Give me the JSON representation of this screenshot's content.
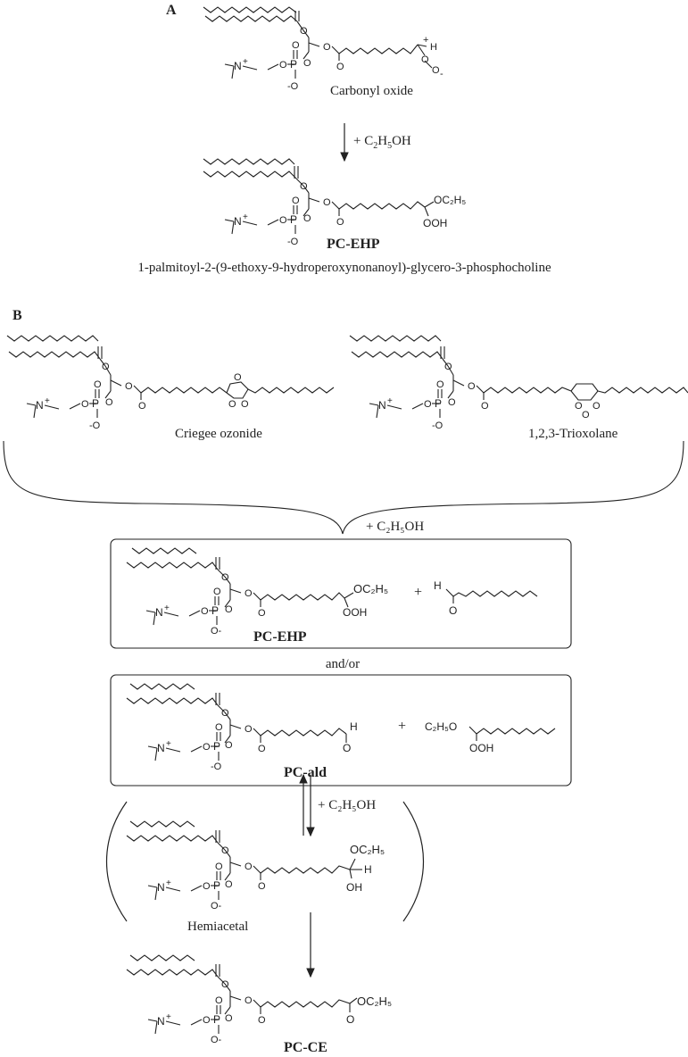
{
  "panel_a": {
    "label": "A",
    "carbonyl_oxide_label": "Carbonyl oxide",
    "reagent": "+ C",
    "reagent_sub1": "2",
    "reagent_mid": "H",
    "reagent_sub2": "5",
    "reagent_end": "OH",
    "product_label": "PC-EHP",
    "product_fullname": "1-palmitoyl-2-(9-ethoxy-9-hydroperoxynonanoyl)-glycero-3-phosphocholine"
  },
  "panel_b": {
    "label": "B",
    "criegee_label": "Criegee ozonide",
    "trioxolane_label": "1,2,3-Trioxolane",
    "reagent_1": "+ C₂H₅OH",
    "box1_product_label": "PC-EHP",
    "and_or": "and/or",
    "box2_product_label": "PC-ald",
    "reagent_2": "+ C₂H₅OH",
    "hemiacetal_label": "Hemiacetal",
    "final_label": "PC-CE"
  },
  "atoms": {
    "n_plus": "N",
    "plus": "+",
    "p": "P",
    "o": "O",
    "o_minus": "-O",
    "o_dash": "O-",
    "ooh": "OOH",
    "oc2h5": "OC₂H₅",
    "c2h5o": "C₂H₅O",
    "oh": "OH",
    "h": "H",
    "plus_op": "+",
    "minus": "-"
  }
}
